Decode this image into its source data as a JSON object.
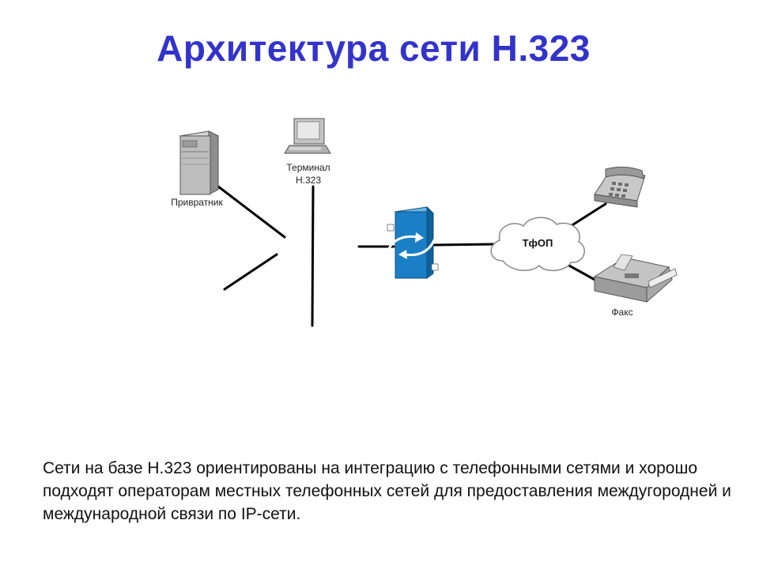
{
  "slide": {
    "title": "Архитектура сети H.323",
    "description": "Сети на базе H.323 ориентированы на интеграцию с телефонными сетями и хорошо подходят операторам местных телефонных сетей для предоставления междугородней и международной связи по IP-сети."
  },
  "diagram": {
    "nodes": {
      "gatekeeper": {
        "label": "Привратник",
        "icon": "server-tower-icon"
      },
      "terminal": {
        "label_line1": "Терминал",
        "label_line2": "H.323",
        "icon": "computer-terminal-icon"
      },
      "gateway": {
        "label": "",
        "icon": "gateway-switch-icon"
      },
      "pstn": {
        "label": "ТфОП",
        "icon": "cloud-icon"
      },
      "phone": {
        "label": "",
        "icon": "telephone-icon"
      },
      "fax": {
        "label": "Факс",
        "icon": "fax-machine-icon"
      }
    },
    "colors": {
      "title": "#3333cc",
      "gateway": "#1a7fc4",
      "device_gray": "#b8b8b8",
      "line": "#000000"
    }
  }
}
